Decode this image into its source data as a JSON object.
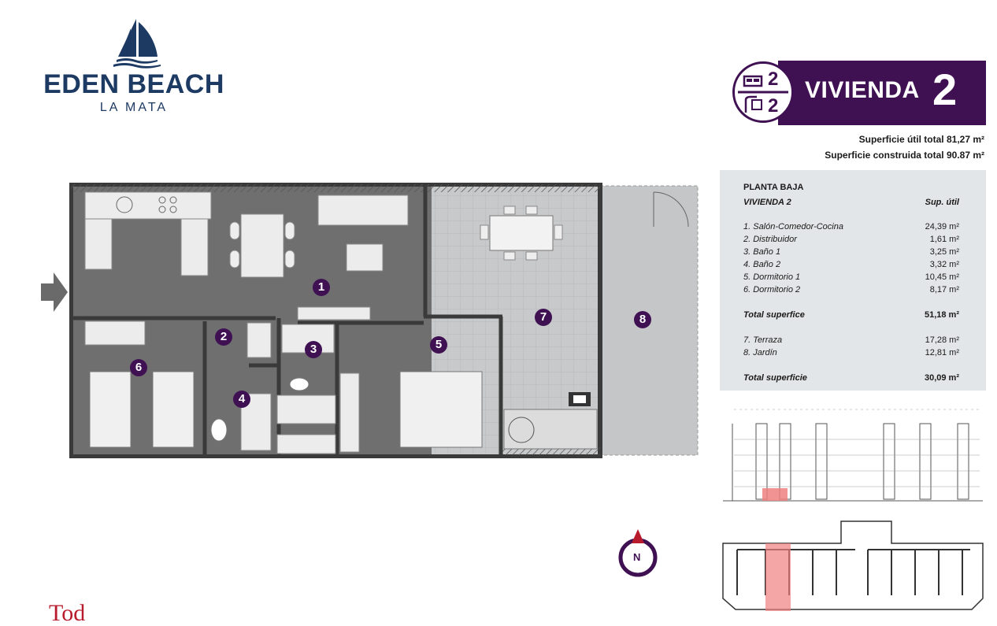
{
  "brand": {
    "name": "EDEN BEACH",
    "sub": "LA MATA"
  },
  "badge": {
    "title": "VIVIENDA",
    "number": "2",
    "bedrooms": "2",
    "bathrooms": "2",
    "bed_icon": "bed-icon",
    "bath_icon": "shower-icon"
  },
  "surfaces": {
    "util": "Superficie útil total 81,27 m²",
    "construida": "Superficie construida total 90.87 m²"
  },
  "table": {
    "floor": "PLANTA BAJA",
    "unit": "VIVIENDA 2",
    "col_header": "Sup. útil",
    "rooms": [
      {
        "label": "1. Salón-Comedor-Cocina",
        "value": "24,39 m²"
      },
      {
        "label": "2. Distribuidor",
        "value": "1,61 m²"
      },
      {
        "label": "3. Baño 1",
        "value": "3,25 m²"
      },
      {
        "label": "4. Baño 2",
        "value": "3,32 m²"
      },
      {
        "label": "5. Dormitorio 1",
        "value": "10,45 m²"
      },
      {
        "label": "6. Dormitorio 2",
        "value": "8,17 m²"
      }
    ],
    "total1": {
      "label": "Total superfice",
      "value": "51,18 m²"
    },
    "outdoor": [
      {
        "label": "7. Terraza",
        "value": "17,28 m²"
      },
      {
        "label": "8. Jardín",
        "value": "12,81 m²"
      }
    ],
    "total2": {
      "label": "Total superficie",
      "value": "30,09 m²"
    }
  },
  "plan_markers": [
    "1",
    "2",
    "3",
    "4",
    "5",
    "6",
    "7",
    "8"
  ],
  "compass": {
    "letter": "N"
  },
  "footer": {
    "text": "Tod"
  },
  "colors": {
    "brand": "#1d3a63",
    "accent": "#3f1153",
    "highlight": "#f08080",
    "floor": "#6e6e6e",
    "terrace": "#c8c9cb"
  }
}
